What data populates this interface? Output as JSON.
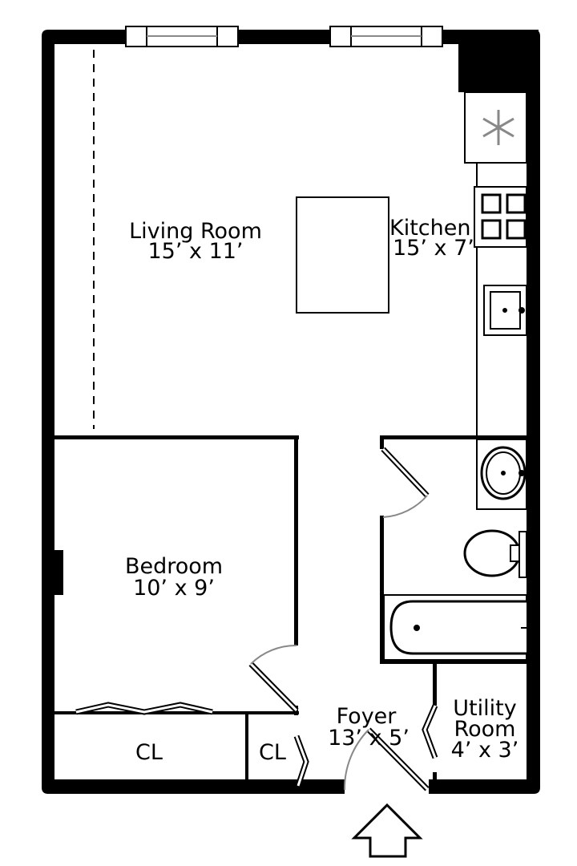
{
  "rooms": {
    "living": {
      "name": "Living Room",
      "size": "15’ x 11’"
    },
    "kitchen": {
      "name": "Kitchen",
      "size": "15’ x 7’"
    },
    "bedroom": {
      "name": "Bedroom",
      "size": "10’ x 9’"
    },
    "closet1": {
      "name": "CL"
    },
    "closet2": {
      "name": "CL"
    },
    "foyer": {
      "name": "Foyer",
      "size": "13’ x 5’"
    },
    "utility": {
      "name1": "Utility",
      "name2": "Room",
      "size": "4’ x 3’"
    }
  },
  "icons": {
    "fridge": "snowflake-icon",
    "entry": "entry-arrow-icon"
  },
  "colors": {
    "wall": "#000000",
    "door_arc": "#888888",
    "fridge_icon": "#888888"
  }
}
